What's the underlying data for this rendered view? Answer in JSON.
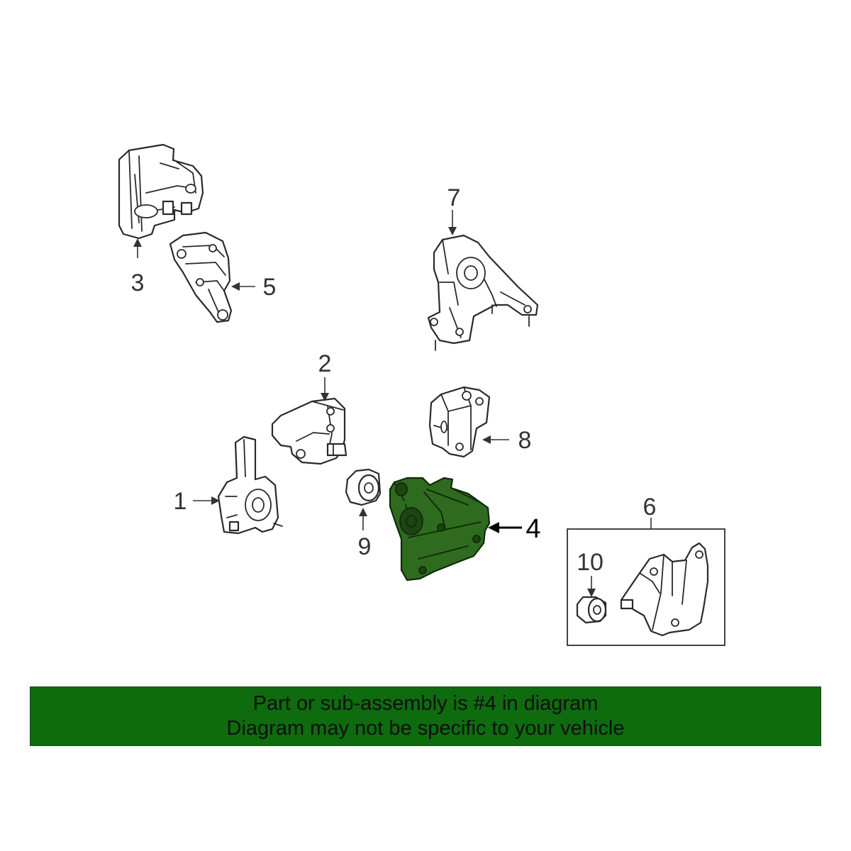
{
  "callouts": {
    "c1": "1",
    "c2": "2",
    "c3": "3",
    "c4": "4",
    "c5": "5",
    "c6": "6",
    "c7": "7",
    "c8": "8",
    "c9": "9",
    "c10": "10"
  },
  "banner": {
    "line1": "Part or sub-assembly is #4 in diagram",
    "line2": "Diagram may not be specific to your vehicle"
  },
  "colors": {
    "highlight": "#2f6b1f",
    "banner": "#0e6b0e"
  }
}
